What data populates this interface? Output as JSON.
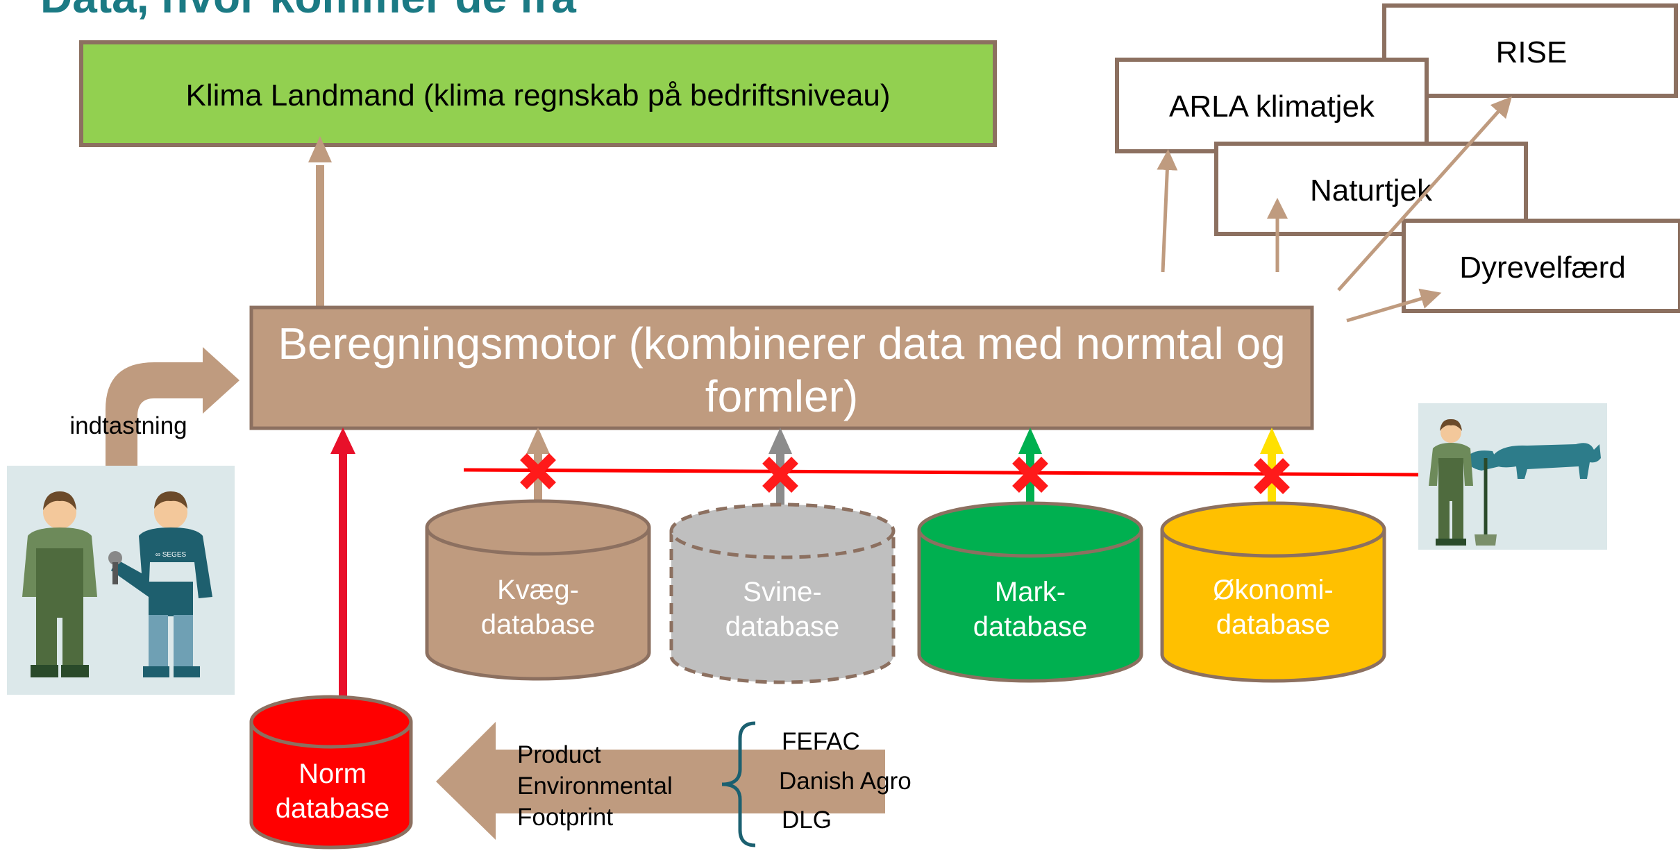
{
  "title": "Data, hvor kommer de fra",
  "klima_box": {
    "label": "Klima Landmand (klima regnskab på bedriftsniveau)",
    "fill": "#92d050"
  },
  "engine": {
    "line1": "Beregningsmotor (kombinerer data med normtal og",
    "line2": "formler)",
    "fill": "#bf9b7f"
  },
  "input_label": "indtastning",
  "databases": [
    {
      "line1": "Kvæg-",
      "line2": "database",
      "fill": "#bf9b7f",
      "arrow_color": "#bf9b7f"
    },
    {
      "line1": "Svine-",
      "line2": "database",
      "fill": "#bfbfbf",
      "arrow_color": "#8c8c8c"
    },
    {
      "line1": "Mark-",
      "line2": "database",
      "fill": "#00b050",
      "arrow_color": "#00b050"
    },
    {
      "line1": "Økonomi-",
      "line2": "database",
      "fill": "#ffc000",
      "arrow_color": "#ffe000"
    }
  ],
  "norm_db": {
    "line1": "Norm",
    "line2": "database",
    "fill": "#ff0000"
  },
  "pef": {
    "line1": "Product",
    "line2": "Environmental",
    "line3": "Footprint"
  },
  "sources": [
    "FEFAC",
    "Danish Agro",
    "DLG"
  ],
  "outputs": [
    "RISE",
    "ARLA klimatjek",
    "Naturtjek",
    "Dyrevelfærd"
  ],
  "colors": {
    "brown": "#bf9b7f",
    "border": "#8c7060",
    "red": "#e8102a",
    "teal": "#1b7a84",
    "icon_bg": "#dce8ea"
  }
}
